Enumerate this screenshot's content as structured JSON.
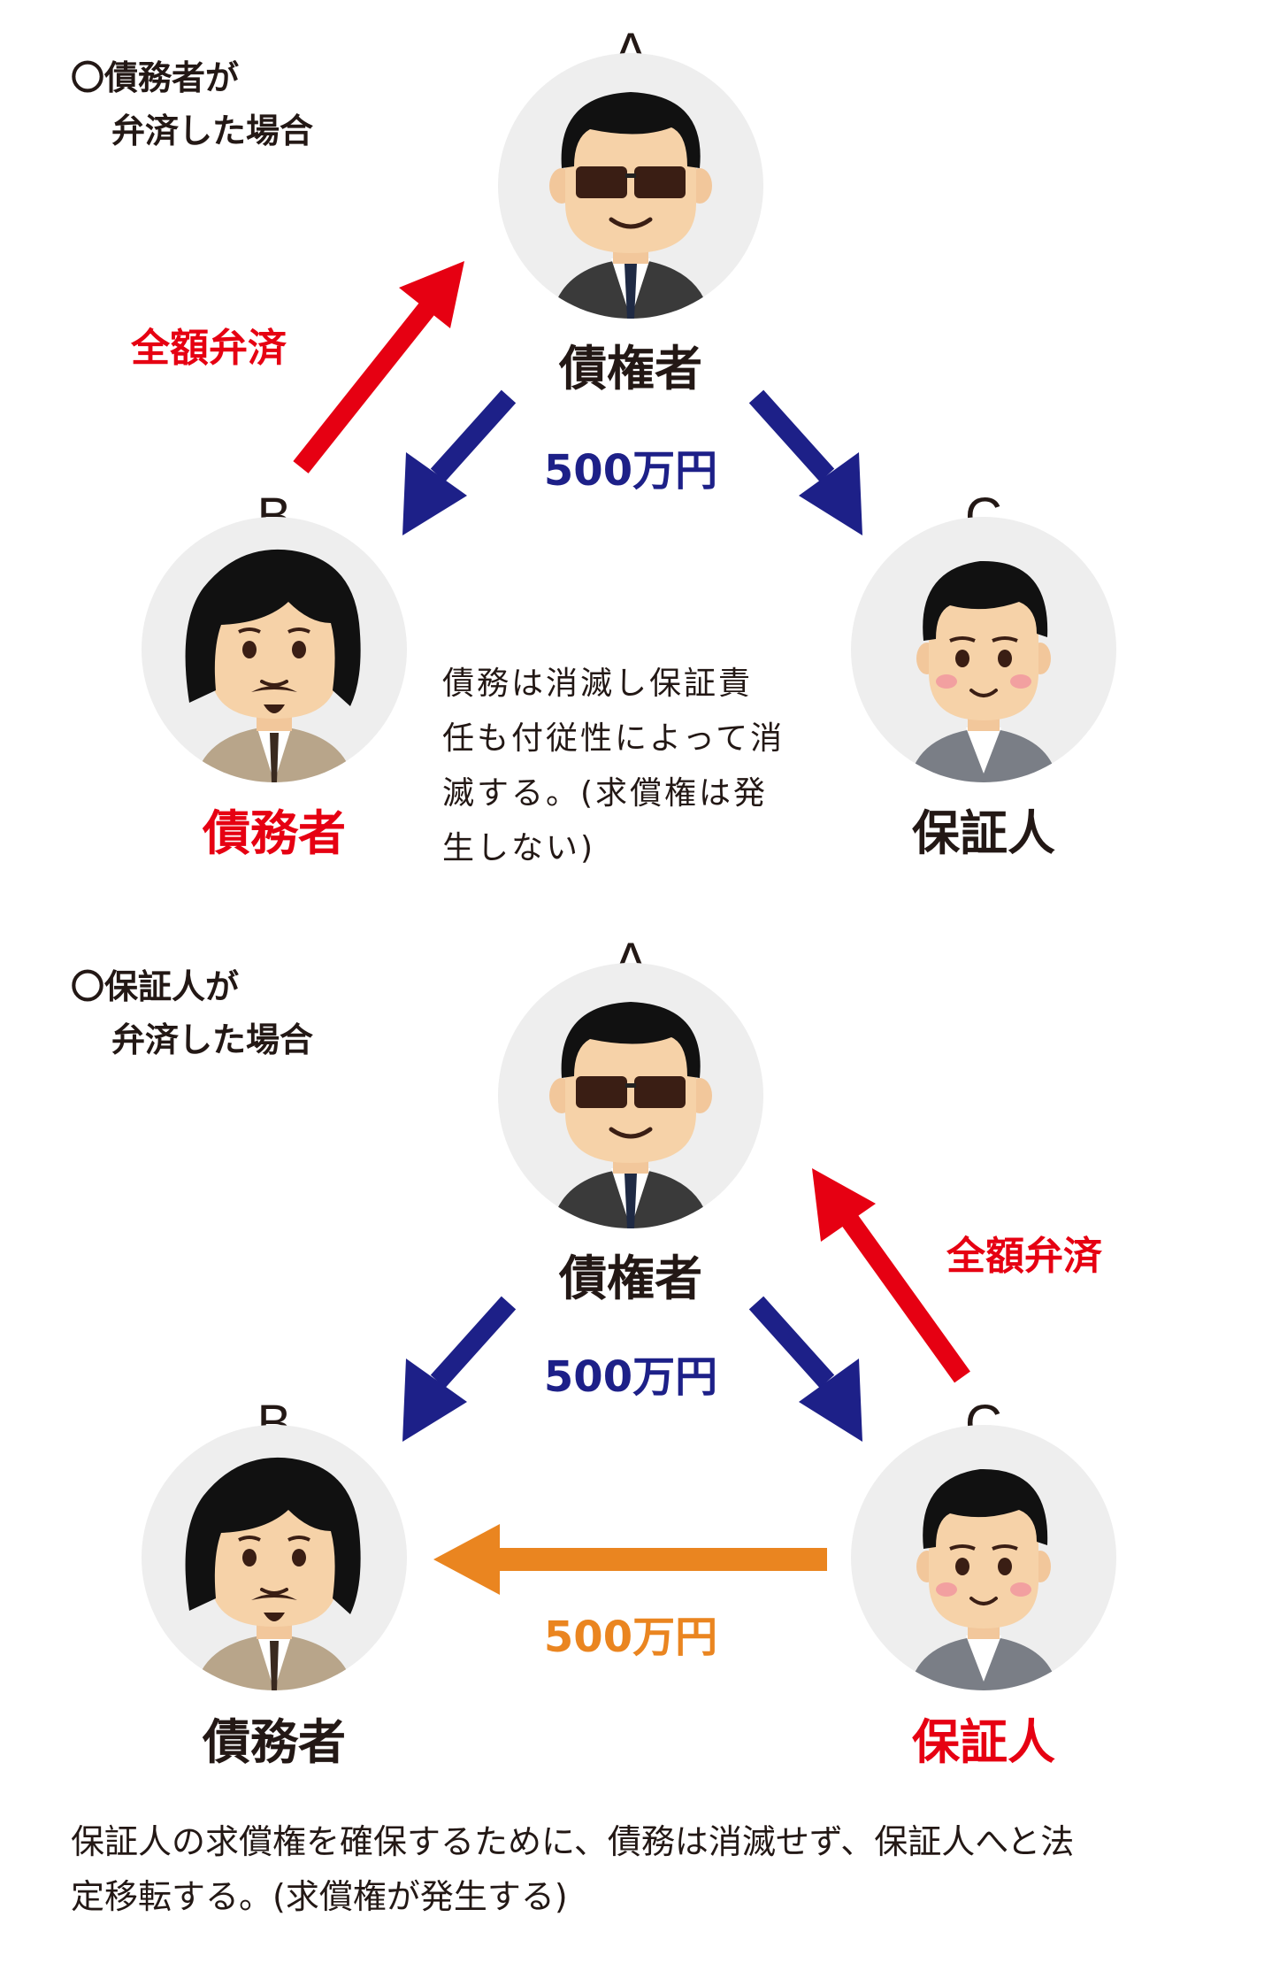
{
  "colors": {
    "red": "#e60012",
    "navy": "#1d2088",
    "orange": "#ea8520",
    "text": "#231815",
    "avatar_bg": "#eeeeee",
    "skin": "#f6d2a8",
    "hair": "#111111"
  },
  "sections": [
    {
      "heading_line1": "〇債務者が",
      "heading_line2": "弁済した場合",
      "person_a": {
        "letter": "A",
        "role": "債権者",
        "icon": "creditor-avatar-icon"
      },
      "person_b": {
        "letter": "B",
        "role": "債務者",
        "icon": "debtor-avatar-icon"
      },
      "person_c": {
        "letter": "C",
        "role": "保証人",
        "icon": "guarantor-avatar-icon"
      },
      "amount_label": "500万円",
      "payment_label": "全額弁済",
      "note": "債務は消滅し保証責\n任も付従性によって消\n滅する。(求償権は発\n生しない)"
    },
    {
      "heading_line1": "〇保証人が",
      "heading_line2": "弁済した場合",
      "person_a": {
        "letter": "A",
        "role": "債権者",
        "icon": "creditor-avatar-icon"
      },
      "person_b": {
        "letter": "B",
        "role": "債務者",
        "icon": "debtor-avatar-icon"
      },
      "person_c": {
        "letter": "C",
        "role": "保証人",
        "icon": "guarantor-avatar-icon"
      },
      "amount_label": "500万円",
      "payment_label": "全額弁済",
      "reimbursement_label": "500万円",
      "note": "保証人の求償権を確保するために、債務は消滅せず、保証人へと法\n定移転する。(求償権が発生する)"
    }
  ]
}
